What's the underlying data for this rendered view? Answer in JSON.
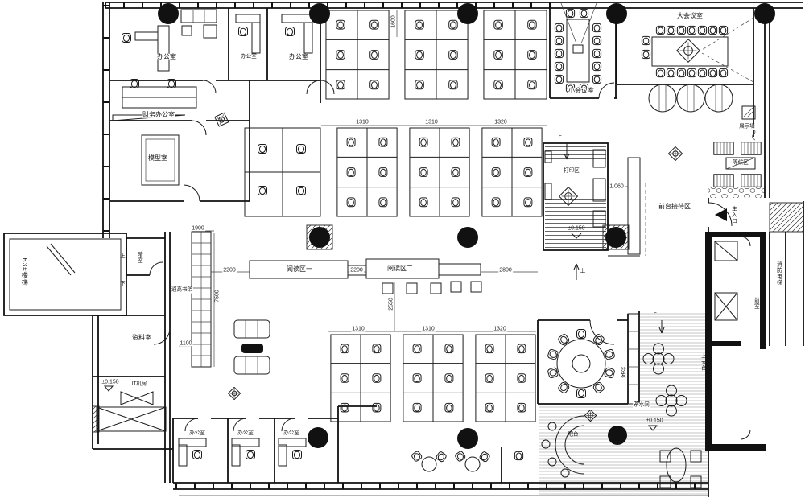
{
  "labels": {
    "office": "办公室",
    "finance_office": "财务办公室",
    "model_room": "模型室",
    "small_meeting": "小会议室",
    "large_meeting": "大会议室",
    "display_wall": "展示墙",
    "waiting_area": "等候区",
    "main_entrance": "主入口",
    "vestibule": "前室",
    "fire_elevator": "消防电梯",
    "print_area": "打印区",
    "reception": "前台接待区",
    "reading_area_1": "阅读区一",
    "reading_area_2": "阅读区二",
    "tall_bookshelf": "通高书架",
    "archive_room": "资料室",
    "it_room": "IT机房",
    "b3_stair": "B3#楼梯",
    "dark_room": "暗室",
    "tea_room": "茶水间",
    "bar_counter": "吧台",
    "sofa": "沙发",
    "roof_terrace": "上天台",
    "up": "上",
    "down": "下"
  },
  "levels": {
    "datum": "±0.150",
    "reception_height": "1.060"
  },
  "dimensions": {
    "top_vertical": "1600",
    "mid_gaps": [
      "1310",
      "1310",
      "1320"
    ],
    "bottom_gaps": [
      "1310",
      "1310",
      "1320"
    ],
    "reading": [
      "2200",
      "2200",
      "2800"
    ],
    "reading_vertical": "2550",
    "bookshelf_top": "1900",
    "bookshelf_height": "7500",
    "bookshelf_bottom": "1100"
  }
}
